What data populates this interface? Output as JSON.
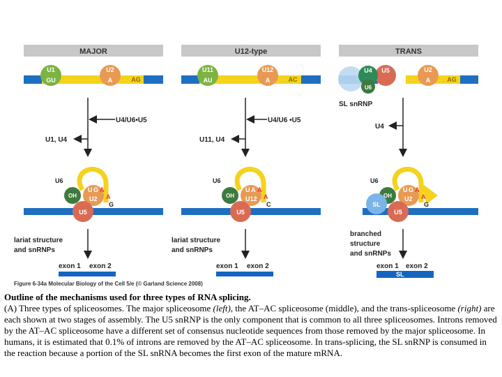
{
  "colors": {
    "header_bg": "#c8c8c8",
    "rna_blue": "#1f6fc0",
    "exon_blue": "#1565c0",
    "intron_yellow": "#f5d21c",
    "u1_green": "#7cb342",
    "u2_orange": "#e89a55",
    "u5_red": "#d96b55",
    "u6_dark": "#3e7a3e",
    "u4_teal": "#2e8b57",
    "sl_blue": "#7ab4e8",
    "label_text": "#ffffff",
    "annotation_text": "#222222"
  },
  "panels": {
    "major": {
      "header": "MAJOR",
      "u1": "U1",
      "u1_seq": "GU",
      "u2": "U2",
      "u2_seq": "A",
      "end_seq": "AG",
      "recruit": "U4/U6•U5",
      "release": "U1, U4",
      "u6": "U6",
      "oh": "OH",
      "lariat_g": "G",
      "lariat_u": "U",
      "lariat_a": "A",
      "u2b": "U2",
      "u2b_a": "A",
      "u2b_g": "G",
      "u5": "U5",
      "result": [
        "lariat structure",
        "and snRNPs"
      ],
      "exon1": "exon 1",
      "exon2": "exon 2"
    },
    "u12": {
      "header": "U12-type",
      "u11": "U11",
      "u11_seq": "AU",
      "u12": "U12",
      "u12_seq": "A",
      "end_seq": "AC",
      "recruit": "U4/U6 •U5",
      "release": "U11, U4",
      "u6": "U6",
      "oh": "OH",
      "lariat_u": "U",
      "lariat_a": "A",
      "lariat_a2": "A",
      "u12b": "U12",
      "u12b_a": "A",
      "u12b_c": "C",
      "u5": "U5",
      "result": [
        "lariat structure",
        "and snRNPs"
      ],
      "exon1": "exon 1",
      "exon2": "exon 2"
    },
    "trans": {
      "header": "TRANS",
      "u4": "U4",
      "u5": "U5",
      "u6": "U6",
      "u2": "U2",
      "u2_seq": "A",
      "end_seq": "AG",
      "sl_label": "SL snRNP",
      "release": "U4",
      "u6b": "U6",
      "oh": "OH",
      "lariat_u": "U",
      "lariat_g": "G",
      "lariat_a": "A",
      "u2b": "U2",
      "u2b_a": "A",
      "u2b_g": "G",
      "slb": "SL",
      "u5b": "U5",
      "result": [
        "branched",
        "structure",
        "and snRNPs"
      ],
      "exon1": "exon 1",
      "exon2": "exon 2",
      "sl_bar": "SL"
    }
  },
  "figure_credit": "Figure 6-34a Molecular Biology of the Cell 5/e (© Garland Science 2008)",
  "caption": {
    "title": "Outline of the mechanisms used for three types of RNA splicing.",
    "p1": "(A) Three types of spliceosomes. The major spliceosome ",
    "left": "(left)",
    "p2": ", the AT–AC spliceosome (middle), and the trans-spliceosome ",
    "right": "(right)",
    "p3": " are each shown at two stages of assembly. The U5 snRNP is the only component that is common to all three spliceosomes. Introns removed by the AT–AC spliceosome have a different set of consensus nucleotide sequences from those removed by the major spliceosome. In humans, it is estimated that 0.1% of introns are removed by the AT–AC spliceosome. In trans-splicing, the SL snRNP is consumed in the reaction because a portion of the SL snRNA becomes the first exon of the mature mRNA."
  }
}
